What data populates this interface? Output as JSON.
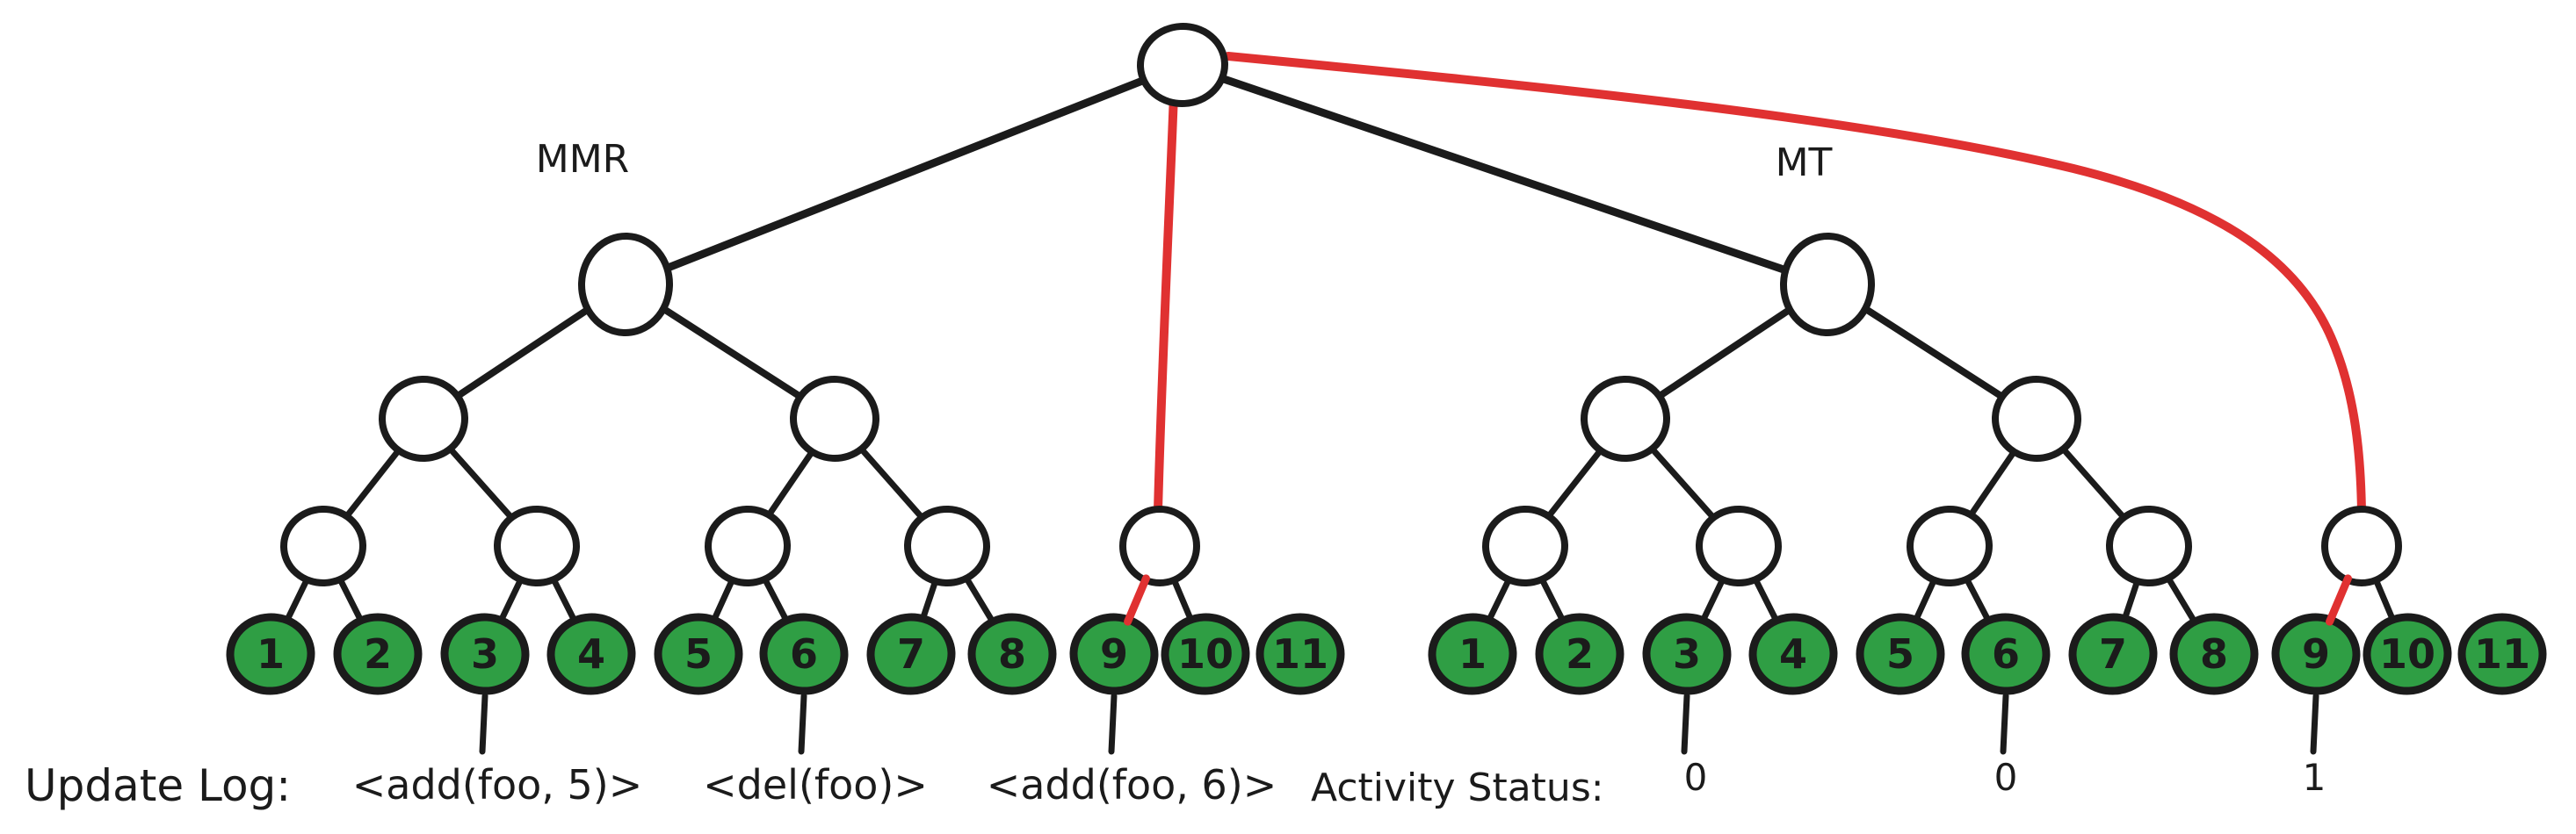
{
  "colors": {
    "stroke": "#1b1b1b",
    "node_fill": "#ffffff",
    "leaf_fill": "#2f9e44",
    "highlight": "#e03131",
    "background": "#ffffff"
  },
  "trees": [
    {
      "name": "MMR",
      "leaf_labels": [
        "1",
        "2",
        "3",
        "4",
        "5",
        "6",
        "7",
        "8",
        "9",
        "10",
        "11"
      ]
    },
    {
      "name": "MT",
      "leaf_labels": [
        "1",
        "2",
        "3",
        "4",
        "5",
        "6",
        "7",
        "8",
        "9",
        "10",
        "11"
      ]
    }
  ],
  "update_log": {
    "label": "Update Log:",
    "entries": [
      {
        "leaf": "3",
        "text": "<add(foo, 5)>"
      },
      {
        "leaf": "6",
        "text": "<del(foo)>"
      },
      {
        "leaf": "9",
        "text": "<add(foo, 6)>"
      }
    ]
  },
  "activity_status": {
    "label": "Activity Status:",
    "entries": [
      {
        "leaf": "3",
        "value": "0"
      },
      {
        "leaf": "6",
        "value": "0"
      },
      {
        "leaf": "9",
        "value": "1"
      }
    ]
  }
}
